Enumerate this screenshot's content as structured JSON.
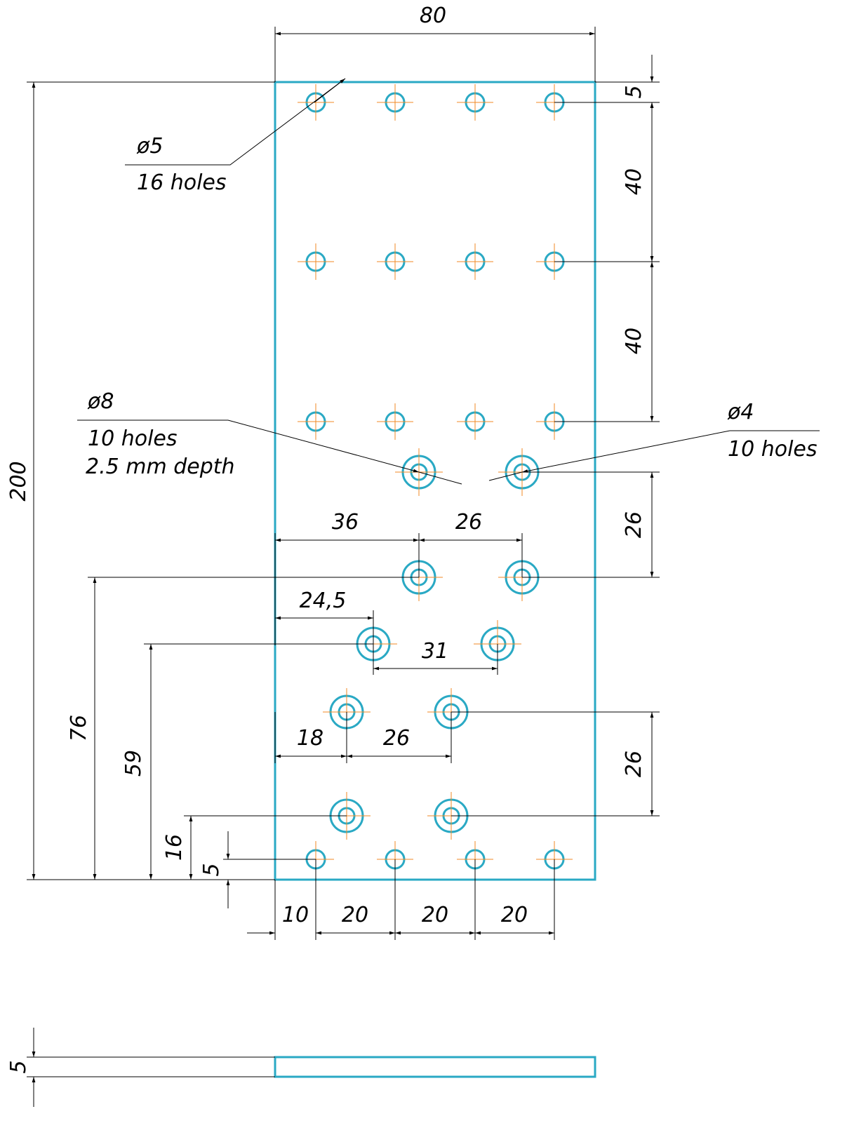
{
  "colors": {
    "part": "#2aa9c4",
    "centerline": "#f08a24",
    "dimension": "#000000"
  },
  "dimensions": {
    "overall_width": "80",
    "overall_height": "200",
    "top_offset": "5",
    "row_pitch_1": "40",
    "row_pitch_2": "40",
    "right_pitch_upper": "26",
    "right_pitch_lower": "26",
    "offset_36": "36",
    "pitch_26_top": "26",
    "offset_24_5": "24,5",
    "pitch_31": "31",
    "offset_18": "18",
    "pitch_26_mid": "26",
    "height_76": "76",
    "height_59": "59",
    "height_16": "16",
    "bottom_offset": "5",
    "bottom_10": "10",
    "bottom_20_a": "20",
    "bottom_20_b": "20",
    "bottom_20_c": "20",
    "thickness": "5"
  },
  "callouts": {
    "small_holes": {
      "diameter": "ø5",
      "count": "16 holes"
    },
    "counterbored": {
      "diameter": "ø8",
      "count": "10 holes",
      "depth": "2.5 mm depth"
    },
    "through_holes": {
      "diameter": "ø4",
      "count": "10 holes"
    }
  }
}
